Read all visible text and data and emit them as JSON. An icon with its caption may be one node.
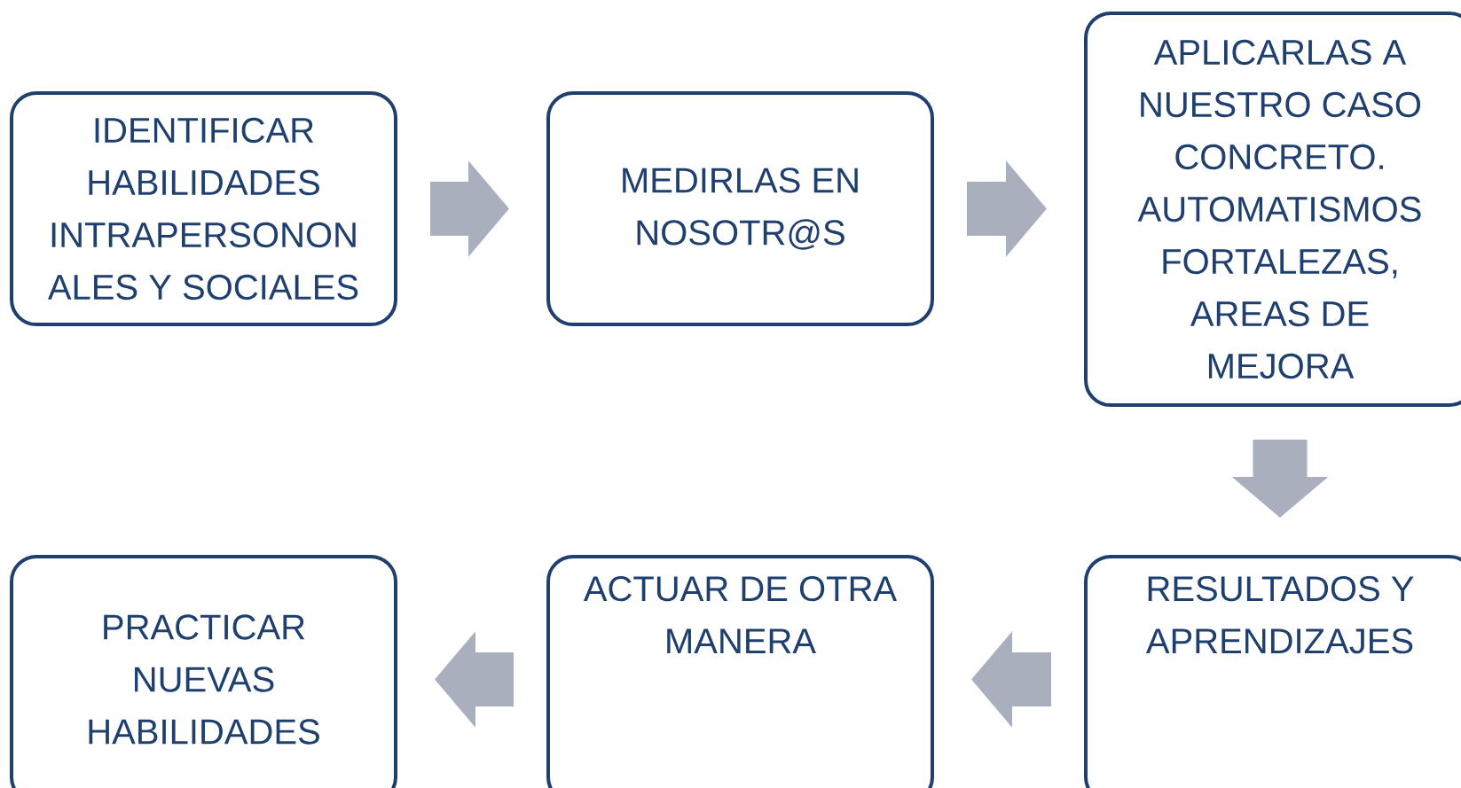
{
  "diagram": {
    "nodes": [
      {
        "text": [
          "IDENTIFICAR HABILIDADES INTRAPERSONON ALES Y SOCIALES"
        ]
      },
      {
        "text": [
          "MEDIRLAS EN NOSOTR@S"
        ]
      },
      {
        "text": [
          "APLICARLAS A NUESTRO CASO CONCRETO. AUTOMATISMOS FORTALEZAS, AREAS DE MEJORA"
        ]
      },
      {
        "text": [
          "RESULTADOS Y APRENDIZAJES"
        ]
      },
      {
        "text": [
          "ACTUAR DE OTRA MANERA"
        ]
      },
      {
        "text": [
          "PRACTICAR NUEVAS HABILIDADES"
        ]
      }
    ],
    "edges": [
      {
        "from": 0,
        "to": 1,
        "arrow": "to"
      },
      {
        "from": 1,
        "to": 2,
        "arrow": "to"
      },
      {
        "from": 2,
        "to": 3,
        "arrow": "to"
      },
      {
        "from": 3,
        "to": 4,
        "arrow": "to"
      },
      {
        "from": 4,
        "to": 5,
        "arrow": "to"
      }
    ]
  }
}
